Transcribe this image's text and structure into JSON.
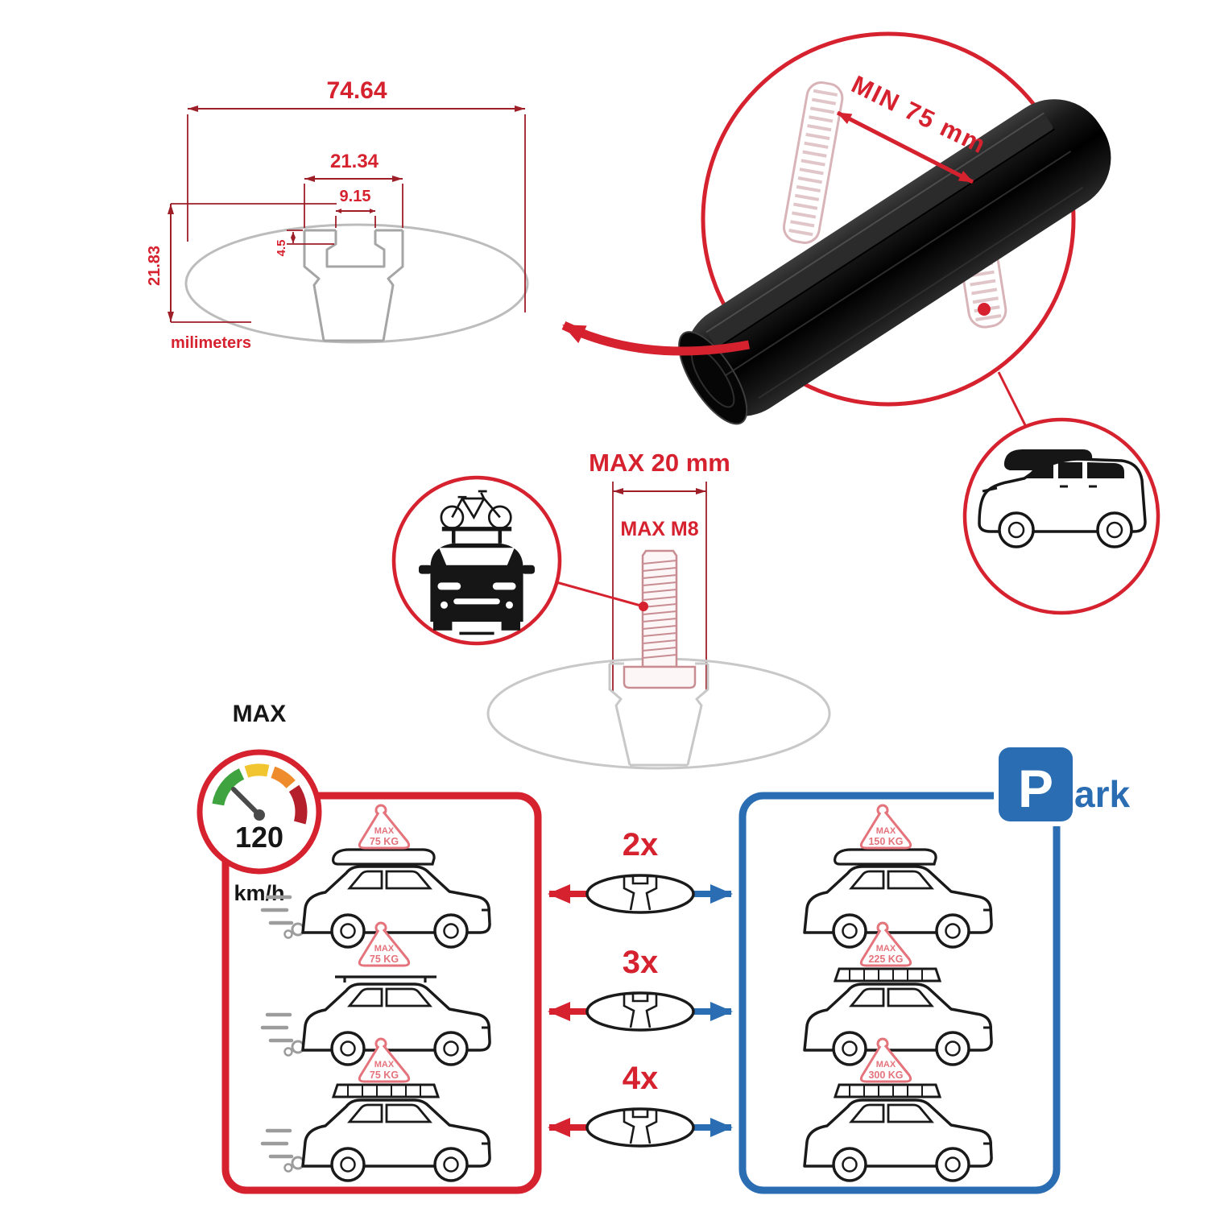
{
  "colors": {
    "accent_red": "#d6212f",
    "dim_line_red": "#9e1f28",
    "accent_blue": "#2a6db2",
    "ink_black": "#161616",
    "ghost_gray": "#c6c6c6",
    "tag_pink": "#e4737c",
    "gauge_green": "#3fa33f",
    "gauge_yellow": "#f0c52f",
    "gauge_orange": "#ee8b2d",
    "gauge_red": "#b41f2b"
  },
  "dimension_drawing": {
    "total_width": "74.64",
    "channel_width": "21.34",
    "slot_width": "9.15",
    "slot_depth": "4.5",
    "total_height": "21.83",
    "units": "milimeters"
  },
  "crossbar_detail": {
    "min_span_label": "MIN 75 mm"
  },
  "bolt_detail": {
    "max_width_label": "MAX 20 mm",
    "max_thread_label": "MAX M8"
  },
  "speed_gauge": {
    "title": "MAX",
    "value": "120",
    "units": "km/h"
  },
  "driving_panel": {
    "cars": [
      {
        "load_label": "MAX",
        "load_value": "75 KG"
      },
      {
        "load_label": "MAX",
        "load_value": "75 KG"
      },
      {
        "load_label": "MAX",
        "load_value": "75 KG"
      }
    ]
  },
  "parking_panel": {
    "sign_initial": "P",
    "sign_rest": "ark",
    "cars": [
      {
        "load_label": "MAX",
        "load_value": "150 KG"
      },
      {
        "load_label": "MAX",
        "load_value": "225 KG"
      },
      {
        "load_label": "MAX",
        "load_value": "300 KG"
      }
    ]
  },
  "quantity_rows": [
    {
      "label": "2x"
    },
    {
      "label": "3x"
    },
    {
      "label": "4x"
    }
  ]
}
